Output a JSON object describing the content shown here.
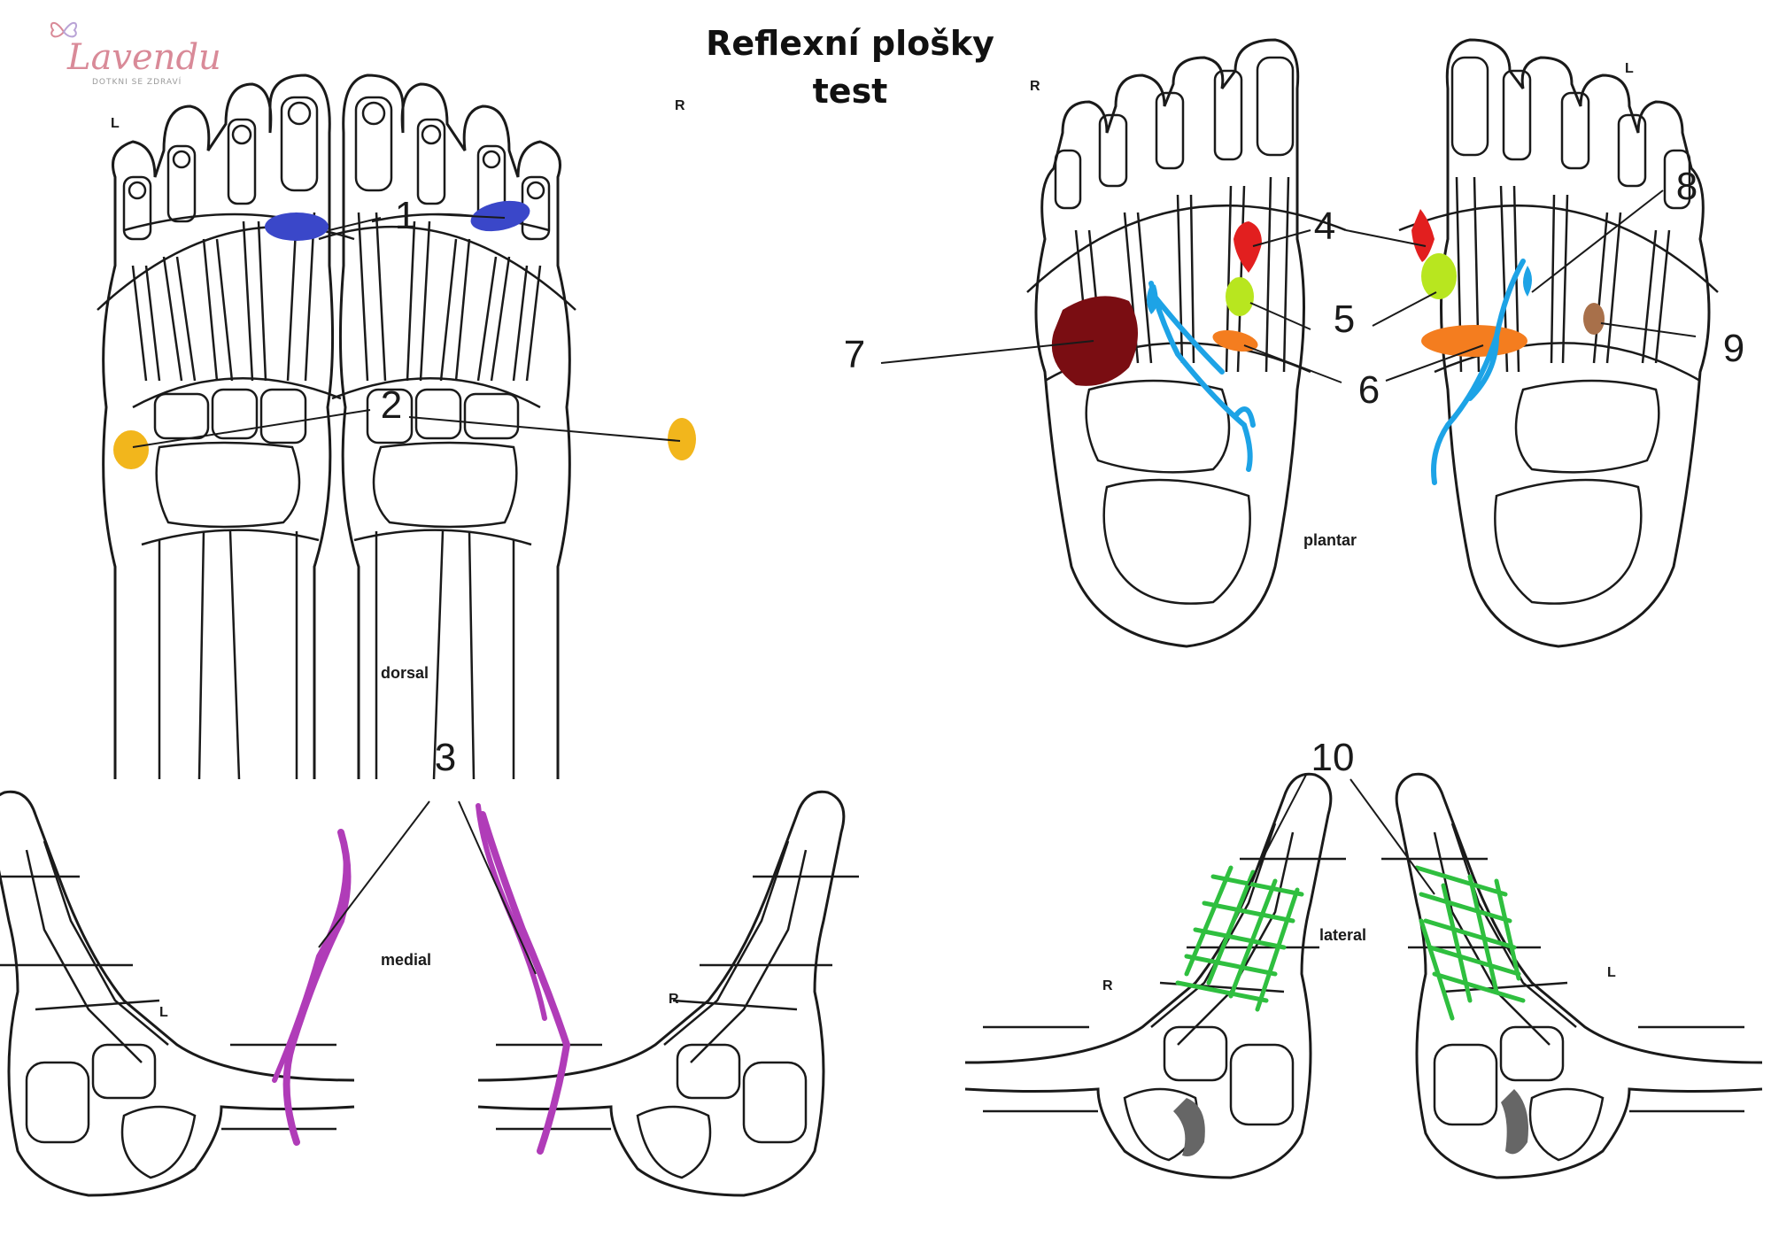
{
  "title_line1": "Reflexní plošky",
  "title_line2": "test",
  "logo": {
    "name": "Lavendu",
    "tagline": "DOTKNI SE ZDRAVÍ"
  },
  "views": {
    "dorsal": "dorsal",
    "plantar": "plantar",
    "medial": "medial",
    "lateral": "lateral"
  },
  "side_labels": {
    "left": "L",
    "right": "R"
  },
  "numbers": [
    "1",
    "2",
    "3",
    "4",
    "5",
    "6",
    "7",
    "8",
    "9",
    "10"
  ],
  "colors": {
    "n1": "#3a47c9",
    "n2": "#f2b61c",
    "n3": "#b03cb8",
    "n4": "#e21f1f",
    "n5": "#b8e61f",
    "n6": "#f47d1f",
    "n7": "#7a0d12",
    "n8": "#1da3e6",
    "n9": "#a8704a",
    "n10": "#2fbf3f",
    "heel": "#666666",
    "outline": "#1a1a1a"
  }
}
